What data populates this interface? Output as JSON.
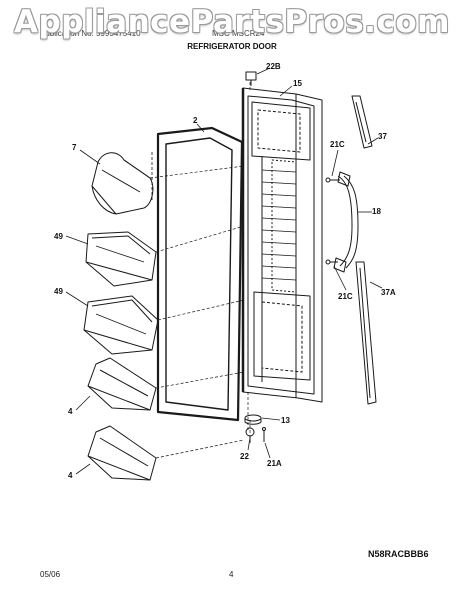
{
  "watermark": "AppliancePartsPros.com",
  "header": {
    "left_text": "Publication No. 5995475410",
    "right_text": "MSC MSCR24",
    "title": "REFRIGERATOR DOOR"
  },
  "callouts": [
    "22B",
    "15",
    "2",
    "7",
    "37",
    "21C",
    "49",
    "18",
    "49",
    "21C",
    "37A",
    "4",
    "13",
    "22",
    "21A",
    "4"
  ],
  "footer": {
    "model_code": "N58RACBBB6",
    "date": "05/06",
    "page": "4"
  },
  "colors": {
    "line": "#1a1a1a",
    "watermark_outline": "#9a9a9a"
  }
}
